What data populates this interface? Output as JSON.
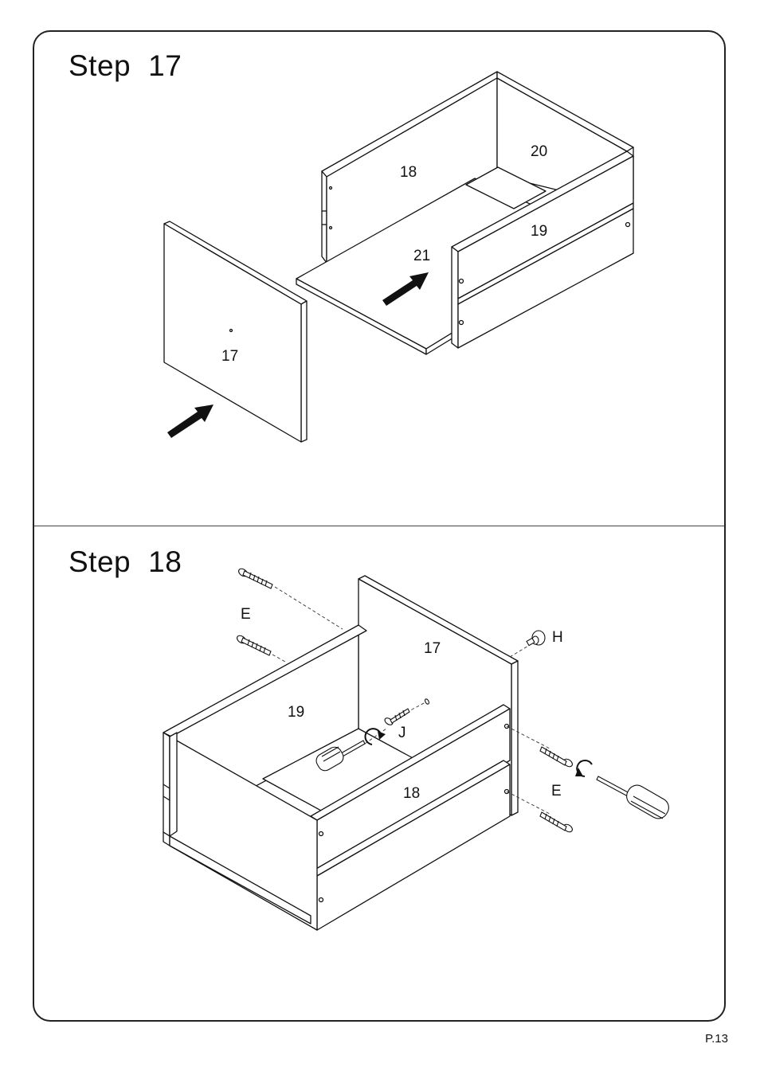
{
  "steps": [
    {
      "title": "Step",
      "number": "17",
      "part_labels": {
        "p17": "17",
        "p18": "18",
        "p19": "19",
        "p20": "20",
        "p21": "21"
      }
    },
    {
      "title": "Step",
      "number": "18",
      "part_labels": {
        "p17": "17",
        "p18": "18",
        "p19": "19"
      },
      "hardware_labels": {
        "e_top": "E",
        "e_right": "E",
        "h": "H",
        "j": "J"
      }
    }
  ],
  "page_number": "P.13"
}
